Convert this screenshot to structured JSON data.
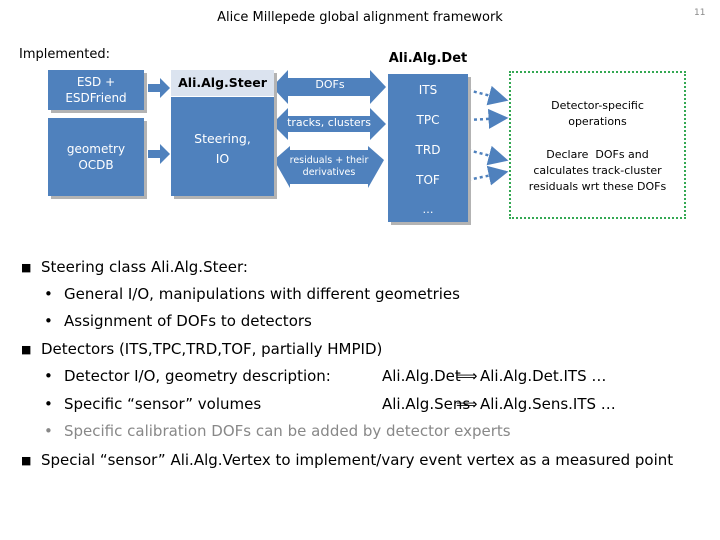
{
  "slide": {
    "title": "Alice Millepede  global alignment framework",
    "page_number": "11",
    "implemented_label": "Implemented:"
  },
  "diagram": {
    "esd_label": "ESD +\nESDFriend",
    "geometry_label": "geometry\nOCDB",
    "steer_title": "Ali.Alg.Steer",
    "steer_body": "Steering,\nIO",
    "dofs_label": "DOFs",
    "tracks_label": "tracks, clusters",
    "residuals_label": "residuals + their\nderivatives",
    "det_title": "Ali.Alg.Det",
    "detectors": [
      "ITS",
      "TPC",
      "TRD",
      "TOF",
      "…"
    ],
    "green_top": "Detector-specific\noperations",
    "green_bottom": "Declare  DOFs and\ncalculates track-cluster\nresiduals wrt these DOFs"
  },
  "bullets": {
    "steering": "Steering class Ali.Alg.Steer:",
    "steering_sub": [
      "General I/O, manipulations with different geometries",
      "Assignment of DOFs to detectors"
    ],
    "detectors": "Detectors (ITS,TPC,TRD,TOF, partially HMPID)",
    "det_sub1": "Detector I/O, geometry description:",
    "det_sub1_code_a": "Ali.Alg.Det",
    "det_sub1_code_b": "Ali.Alg.Det.ITS …",
    "det_sub2": "Specific “sensor” volumes",
    "det_sub2_code_a": "Ali.Alg.Sens",
    "det_sub2_code_b": "Ali.Alg.Sens.ITS …",
    "det_sub3": "Specific calibration DOFs can be added by detector experts",
    "special": "Special “sensor” Ali.Alg.Vertex to implement/vary event vertex as a measured point"
  },
  "colors": {
    "box_blue": "#4f81bd",
    "dotted_green": "#34a853",
    "grey_text": "#888888"
  }
}
